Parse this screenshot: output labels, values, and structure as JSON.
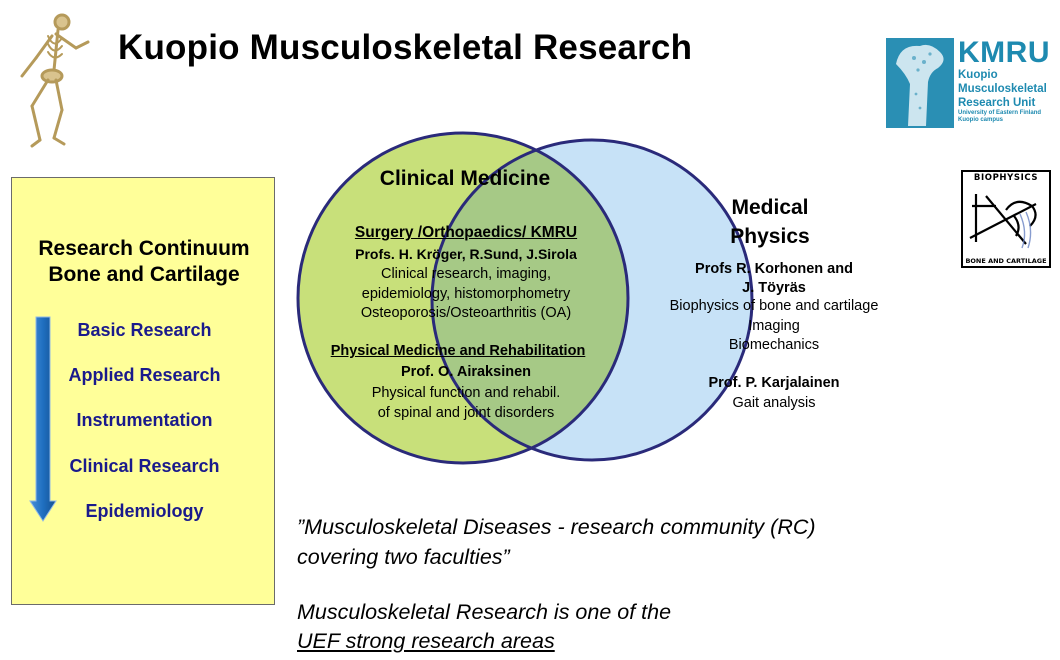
{
  "title": "Kuopio Musculoskeletal Research",
  "kmru_logo": {
    "abbr": "KMRU",
    "lines": [
      "Kuopio",
      "Musculoskeletal",
      "Research Unit"
    ],
    "small_lines": [
      "University of Eastern Finland",
      "Kuopio campus"
    ]
  },
  "biophysics_logo": {
    "top": "BIOPHYSICS",
    "bottom": "BONE AND CARTILAGE"
  },
  "research_continuum": {
    "title_line1": "Research Continuum",
    "title_line2": "Bone and Cartilage",
    "items": [
      "Basic Research",
      "Applied Research",
      "Instrumentation",
      "Clinical Research",
      "Epidemiology"
    ]
  },
  "clinical": {
    "heading": "Clinical Medicine",
    "surgery_heading": "Surgery /Orthopaedics/ KMRU",
    "surgery_profs": "Profs. H. Kröger, R.Sund,  J.Sirola",
    "surgery_lines": [
      "Clinical research, imaging,",
      "epidemiology, histomorphometry",
      "Osteoporosis/Osteoarthritis (OA)"
    ],
    "pm_heading": "Physical Medicine and Rehabilitation",
    "pm_prof": "Prof. O. Airaksinen",
    "pm_lines": [
      "Physical function and rehabil.",
      "of spinal and joint disorders"
    ]
  },
  "physics": {
    "heading_line1": "Medical",
    "heading_line2": "Physics",
    "profs_line1": "Profs R. Korhonen and",
    "profs_line2": "J. Töyräs",
    "lines": [
      "Biophysics of bone and cartilage",
      "Imaging",
      "Biomechanics"
    ],
    "prof2": "Prof. P. Karjalainen",
    "prof2_line": "Gait analysis"
  },
  "quote_line1": "”Musculoskeletal Diseases  - research community (RC)",
  "quote_line2": "covering two faculties”",
  "strong_line1": "Musculoskeletal Research is one of the",
  "strong_line2": "UEF strong research areas",
  "colors": {
    "clinical_circle": "#c8e07a",
    "physics_circle": "#c7e2f7",
    "overlap": "#a6c986",
    "circle_border": "#2a2a7a",
    "yellow_box": "#ffff99",
    "continuum_text": "#1a1a8c",
    "arrow": "#1f6fc0",
    "kmru_blue": "#1e8ab0"
  }
}
